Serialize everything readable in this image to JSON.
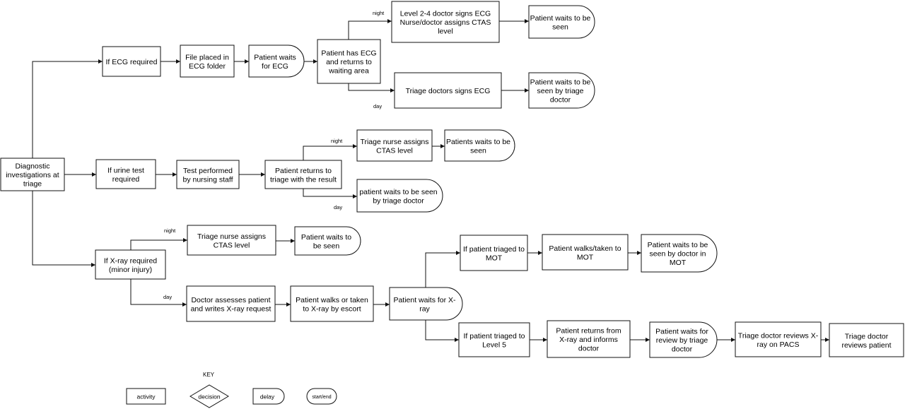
{
  "nodes": {
    "diag": {
      "lines": [
        "Diagnostic",
        "investigations at",
        "triage"
      ]
    },
    "ecgreq": {
      "lines": [
        "If ECG required"
      ]
    },
    "file": {
      "lines": [
        "File placed in",
        "ECG folder"
      ]
    },
    "pwecg": {
      "lines": [
        "Patient waits",
        "for ECG"
      ]
    },
    "hasecg": {
      "lines": [
        "Patient has ECG",
        "and returns to",
        "waiting area"
      ]
    },
    "l24": {
      "lines": [
        "Level 2-4 doctor signs  ECG",
        "Nurse/doctor assigns CTAS",
        "level"
      ]
    },
    "pwseen1": {
      "lines": [
        "Patient waits to be",
        "seen"
      ]
    },
    "tdsigns": {
      "lines": [
        "Triage doctors signs ECG"
      ]
    },
    "pwtd1": {
      "lines": [
        "Patient waits to be",
        "seen by triage",
        "doctor"
      ]
    },
    "urine": {
      "lines": [
        "If urine test",
        "required"
      ]
    },
    "test": {
      "lines": [
        "Test performed",
        "by nursing staff"
      ]
    },
    "ret": {
      "lines": [
        "Patient returns to",
        "triage with the result"
      ]
    },
    "tnctas1": {
      "lines": [
        "Triage nurse assigns",
        "CTAS level"
      ]
    },
    "pwseen2": {
      "lines": [
        "Patients waits to be",
        "seen"
      ]
    },
    "pwtd2": {
      "lines": [
        "patient waits to be seen",
        "by triage doctor"
      ]
    },
    "xray": {
      "lines": [
        "If X-ray required",
        "(minor injury)"
      ]
    },
    "tnctas2": {
      "lines": [
        "Triage nurse assigns",
        "CTAS level"
      ]
    },
    "pwseen3": {
      "lines": [
        "Patient waits to",
        "be seen"
      ]
    },
    "docass": {
      "lines": [
        "Doctor assesses patient",
        "and writes X-ray request"
      ]
    },
    "walks": {
      "lines": [
        "Patient walks or taken",
        "to X-ray by escort"
      ]
    },
    "pwx": {
      "lines": [
        "Patient waits for X-",
        "ray"
      ]
    },
    "mot": {
      "lines": [
        "If patient triaged to",
        "MOT"
      ]
    },
    "walkmot": {
      "lines": [
        "Patient walks/taken to",
        "MOT"
      ]
    },
    "pwmot": {
      "lines": [
        "Patient waits to be",
        "seen by doctor in",
        "MOT"
      ]
    },
    "l5": {
      "lines": [
        "If patient triaged to",
        "Level 5"
      ]
    },
    "retx": {
      "lines": [
        "Patient returns from",
        "X-ray and informs",
        "doctor"
      ]
    },
    "pwrev": {
      "lines": [
        "Patient waits for",
        "review by triage",
        "doctor"
      ]
    },
    "tdrev": {
      "lines": [
        "Triage doctor reviews X-",
        "ray on PACS"
      ]
    },
    "tdpat": {
      "lines": [
        "Triage doctor",
        "reviews patient"
      ]
    }
  },
  "edge_labels": {
    "ecg_night": "night",
    "ecg_day": "day",
    "urine_night": "night",
    "urine_day": "day",
    "xray_night": "night",
    "xray_day": "day"
  },
  "key": {
    "title": "KEY",
    "activity": "activity",
    "decision": "decision",
    "delay": "delay",
    "startend": "start/end"
  }
}
